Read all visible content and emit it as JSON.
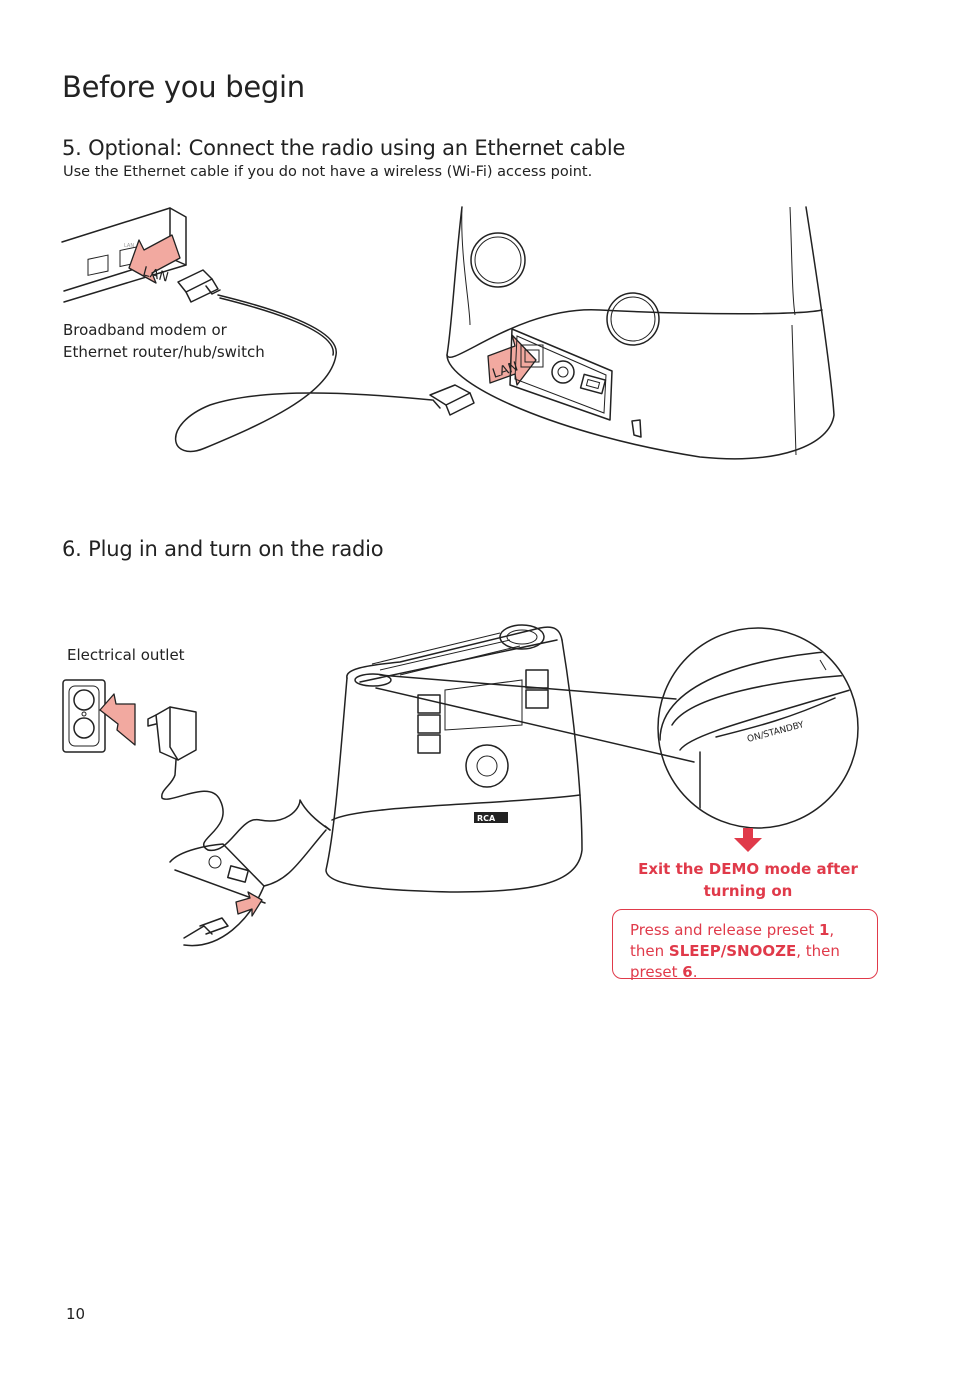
{
  "page": {
    "title": "Before you begin",
    "page_number": "10"
  },
  "section5": {
    "heading": "5. Optional: Connect the radio using an Ethernet cable",
    "description": "Use the Ethernet cable if you do not have a wireless (Wi-Fi) access point.",
    "router_label_line1": "Broadband modem or",
    "router_label_line2": "Ethernet router/hub/switch",
    "lan_label_router": "LAN",
    "lan_label_radio": "LAN"
  },
  "section6": {
    "heading": "6. Plug in and turn on the radio",
    "outlet_label": "Electrical outlet",
    "button_label": "ON/STANDBY",
    "brand_logo": "RCA",
    "demo_heading": "Exit the DEMO mode after turning on",
    "demo_instruction": {
      "p1": "Press and release preset ",
      "b1": "1",
      "p2": ", then ",
      "b2": "SLEEP/SNOOZE",
      "p3": ", then preset ",
      "b3": "6",
      "p4": "."
    }
  },
  "colors": {
    "accent_red": "#e03a4a",
    "arrow_pink": "#f2a9a0"
  },
  "icons": [
    "lan-arrow-icon",
    "plug-arrow-icon",
    "down-arrow-icon",
    "ethernet-port-icon",
    "usb-port-icon"
  ]
}
